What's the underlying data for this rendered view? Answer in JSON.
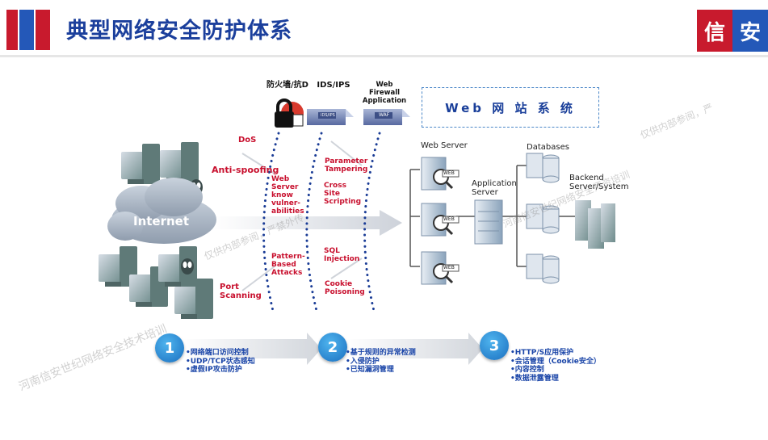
{
  "header": {
    "title": "典型网络安全防护体系",
    "brand": [
      "信",
      "安"
    ]
  },
  "devices": {
    "firewall": "防火墙/抗D",
    "ids": "IDS/IPS",
    "waf": "Web Firewall Application",
    "ids_plate": "IDS/IPS",
    "waf_plate": "WAF"
  },
  "web_system": "Web 网 站 系 统",
  "cloud": "Internet",
  "attacks_left": [
    "DoS",
    "Anti-spoofing",
    "Port Scanning"
  ],
  "attacks_mid": [
    "Web Server know vulner-abilities",
    "Pattern-Based Attacks"
  ],
  "attacks_right": [
    "Parameter Tampering",
    "Cross Site Scripting",
    "SQL Injection",
    "Cookie Poisoning"
  ],
  "servers": {
    "web_server": "Web Server",
    "web_tag": "WEB",
    "app_server": "Application Server",
    "databases": "Databases",
    "backend": "Backend Server/System"
  },
  "steps": [
    {
      "num": "1",
      "items": [
        "•网络端口访问控制",
        "•UDP/TCP状态感知",
        "•虚假IP攻击防护"
      ]
    },
    {
      "num": "2",
      "items": [
        "•基于规则的异常检测",
        "•入侵防护",
        "•已知漏洞管理"
      ]
    },
    {
      "num": "3",
      "items": [
        "•HTTP/S应用保护",
        "•会话管理（Cookie安全）",
        "•内容控制",
        "•数据泄露管理"
      ]
    }
  ],
  "watermarks": [
    "河南信安世纪网络安全技术培训",
    "仅供内部参阅，严禁外传",
    "河南信安世纪网络安全师资培训",
    "仅供内部参阅，严"
  ],
  "colors": {
    "accent_blue": "#1b3f9c",
    "accent_red": "#c8102e",
    "step_blue": "#1a6fc0"
  }
}
